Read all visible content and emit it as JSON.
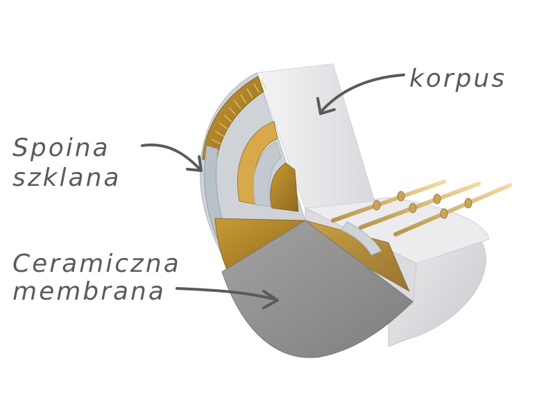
{
  "labels": {
    "korpus": "korpus",
    "spoina_line1": "Spoina",
    "spoina_line2": "szklana",
    "membrana_line1": "Ceramiczna",
    "membrana_line2": "membrana"
  },
  "colors": {
    "label_text": "#5a5a5a",
    "arrow": "#5a5a5a",
    "body_light": "#e9e9ec",
    "membrane_grey": "#8e8e8e",
    "gold": "#b8892a",
    "pin_gold": "#d6b46a"
  }
}
